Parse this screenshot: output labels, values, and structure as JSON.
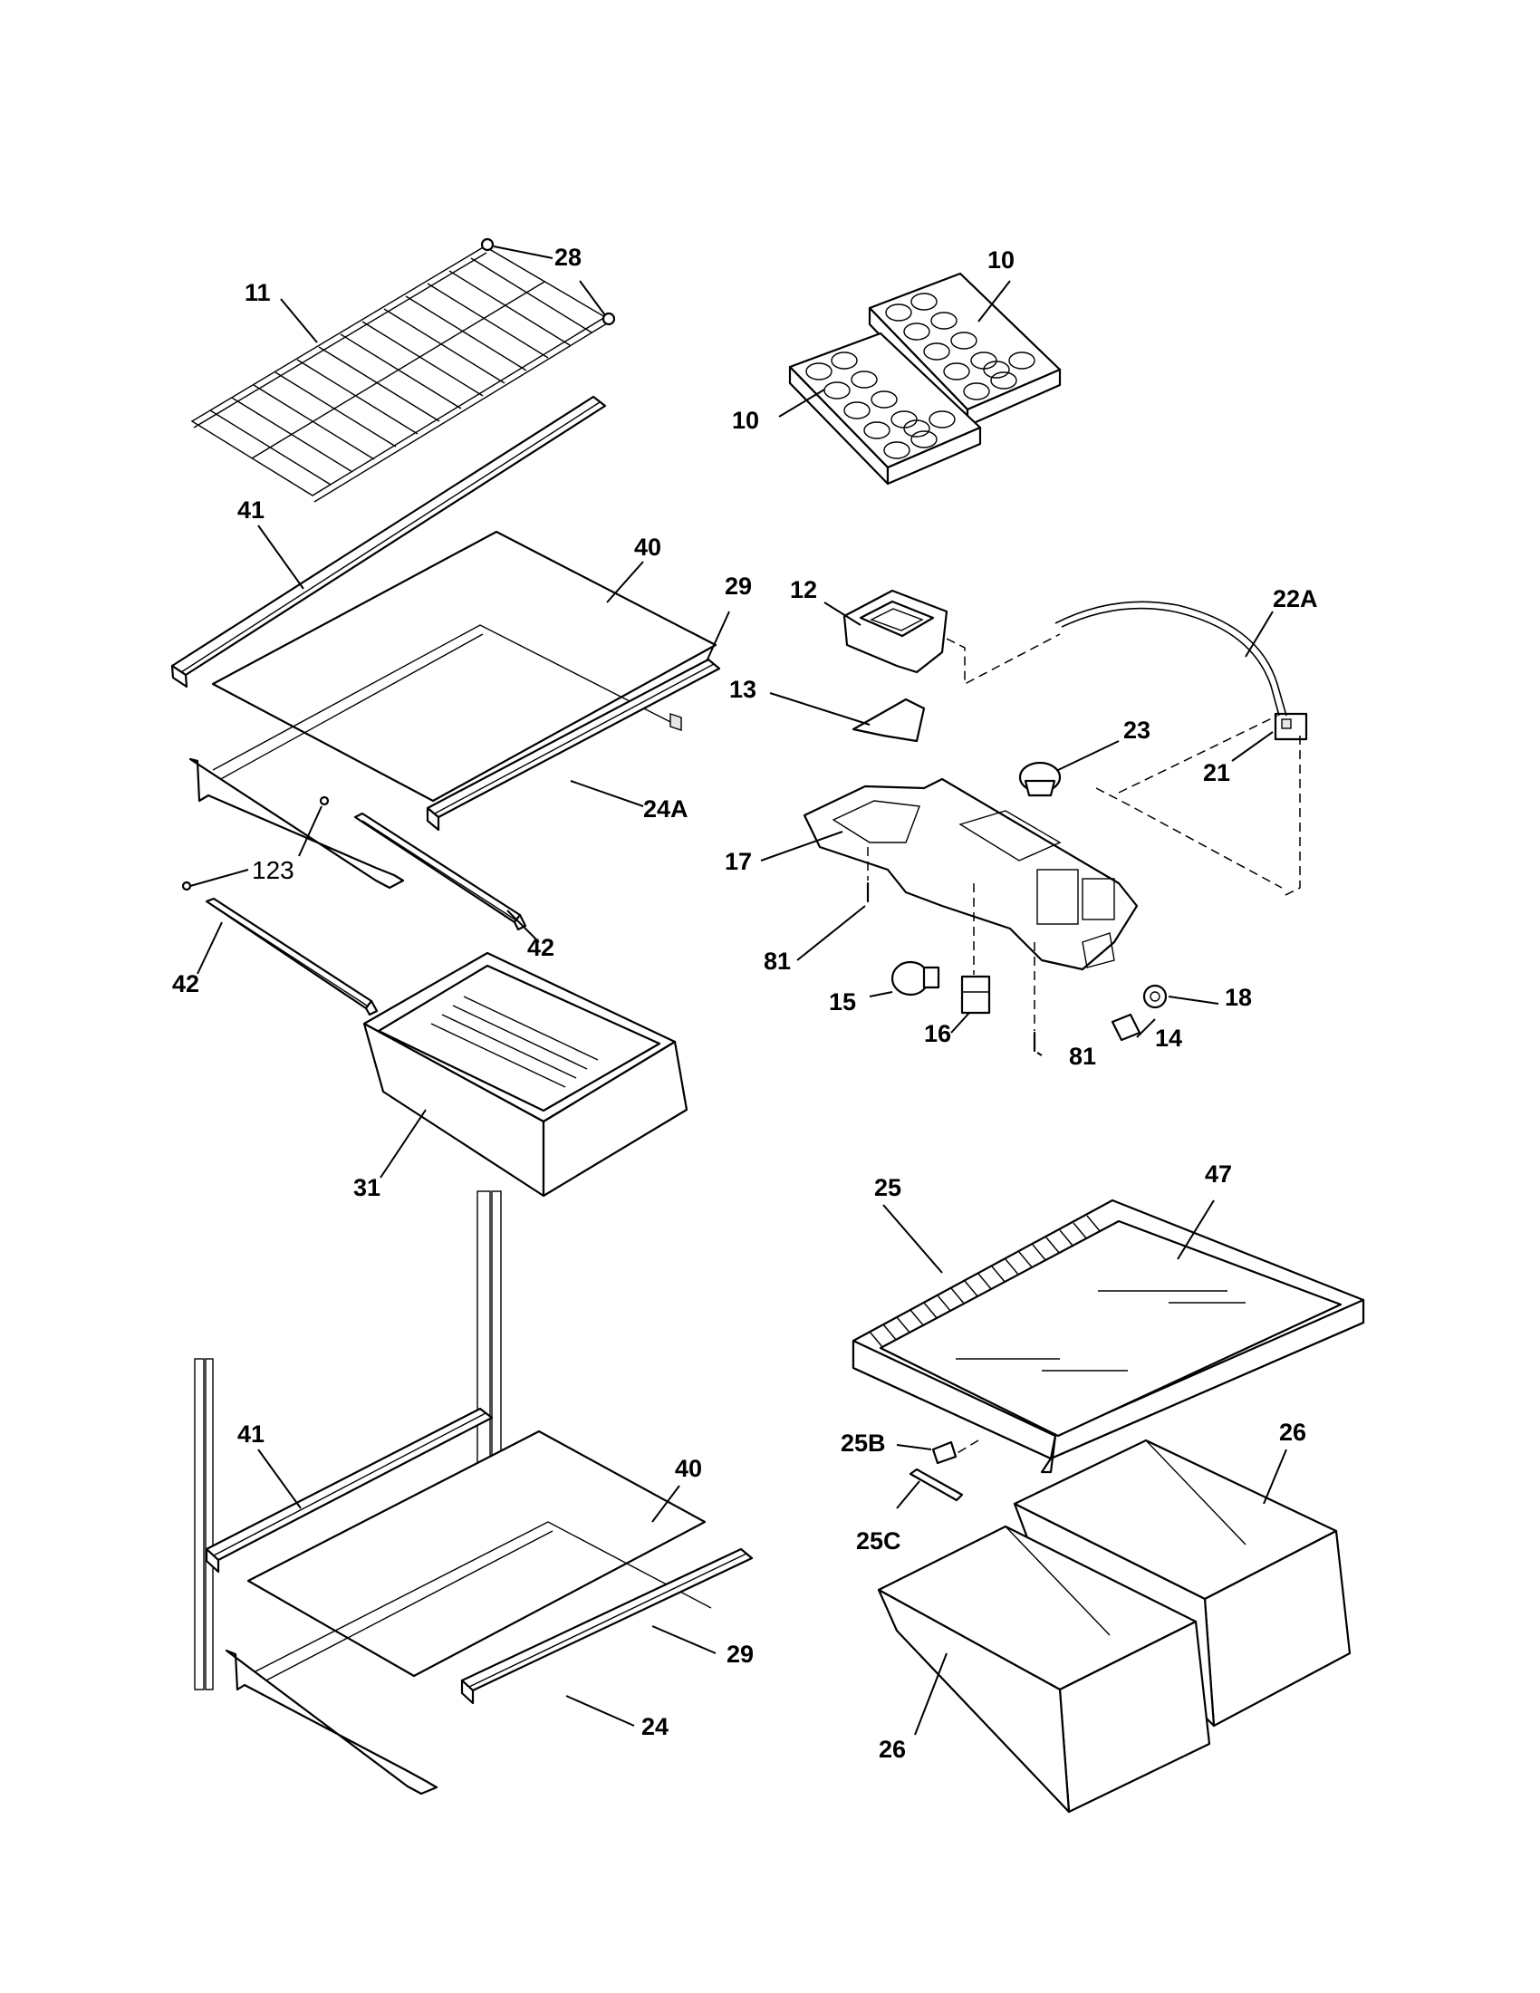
{
  "labels": {
    "l10a": "10",
    "l10b": "10",
    "l11": "11",
    "l28": "28",
    "l41a": "41",
    "l40a": "40",
    "l29a": "29",
    "l24a": "24A",
    "l123": "123",
    "l42a": "42",
    "l42b": "42",
    "l31": "31",
    "l12": "12",
    "l13": "13",
    "l22a": "22A",
    "l23": "23",
    "l21": "21",
    "l17": "17",
    "l81a": "81",
    "l81b": "81",
    "l15": "15",
    "l16": "16",
    "l14": "14",
    "l18": "18",
    "l25": "25",
    "l47": "47",
    "l25b": "25B",
    "l25c": "25C",
    "l26a": "26",
    "l26b": "26",
    "l41b": "41",
    "l40b": "40",
    "l29b": "29",
    "l24": "24"
  }
}
